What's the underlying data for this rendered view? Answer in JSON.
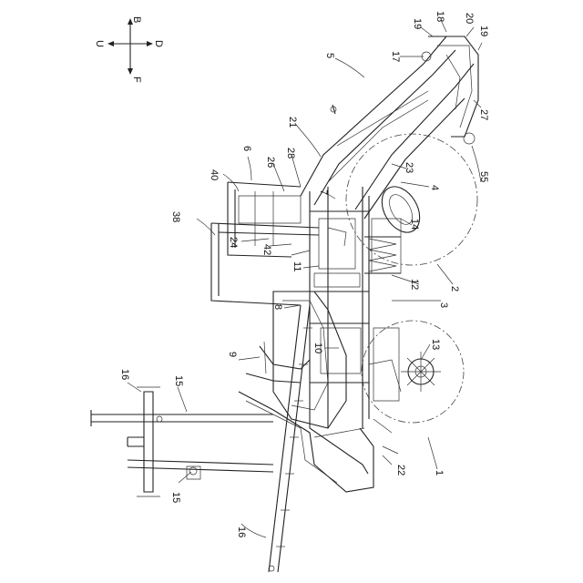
{
  "orientation": {
    "up": "B",
    "down": "F",
    "left": "U",
    "right": "D"
  },
  "labels": {
    "l1": "1",
    "l2": "2",
    "l3": "3",
    "l4": "4",
    "l5": "5",
    "l6": "6",
    "l7": "7",
    "l8": "8",
    "l9": "9",
    "l10": "10",
    "l11": "11",
    "l12": "12",
    "l13": "13",
    "l14": "14",
    "l15a": "15",
    "l15b": "15",
    "l16a": "16",
    "l16b": "16",
    "l17": "17",
    "l18": "18",
    "l19a": "19",
    "l19b": "19",
    "l20": "20",
    "l21": "21",
    "l22": "22",
    "l23": "23",
    "l24": "24",
    "l26": "26",
    "l27": "27",
    "l28": "28",
    "l38": "38",
    "l40": "40",
    "l42": "42",
    "l55": "55"
  }
}
